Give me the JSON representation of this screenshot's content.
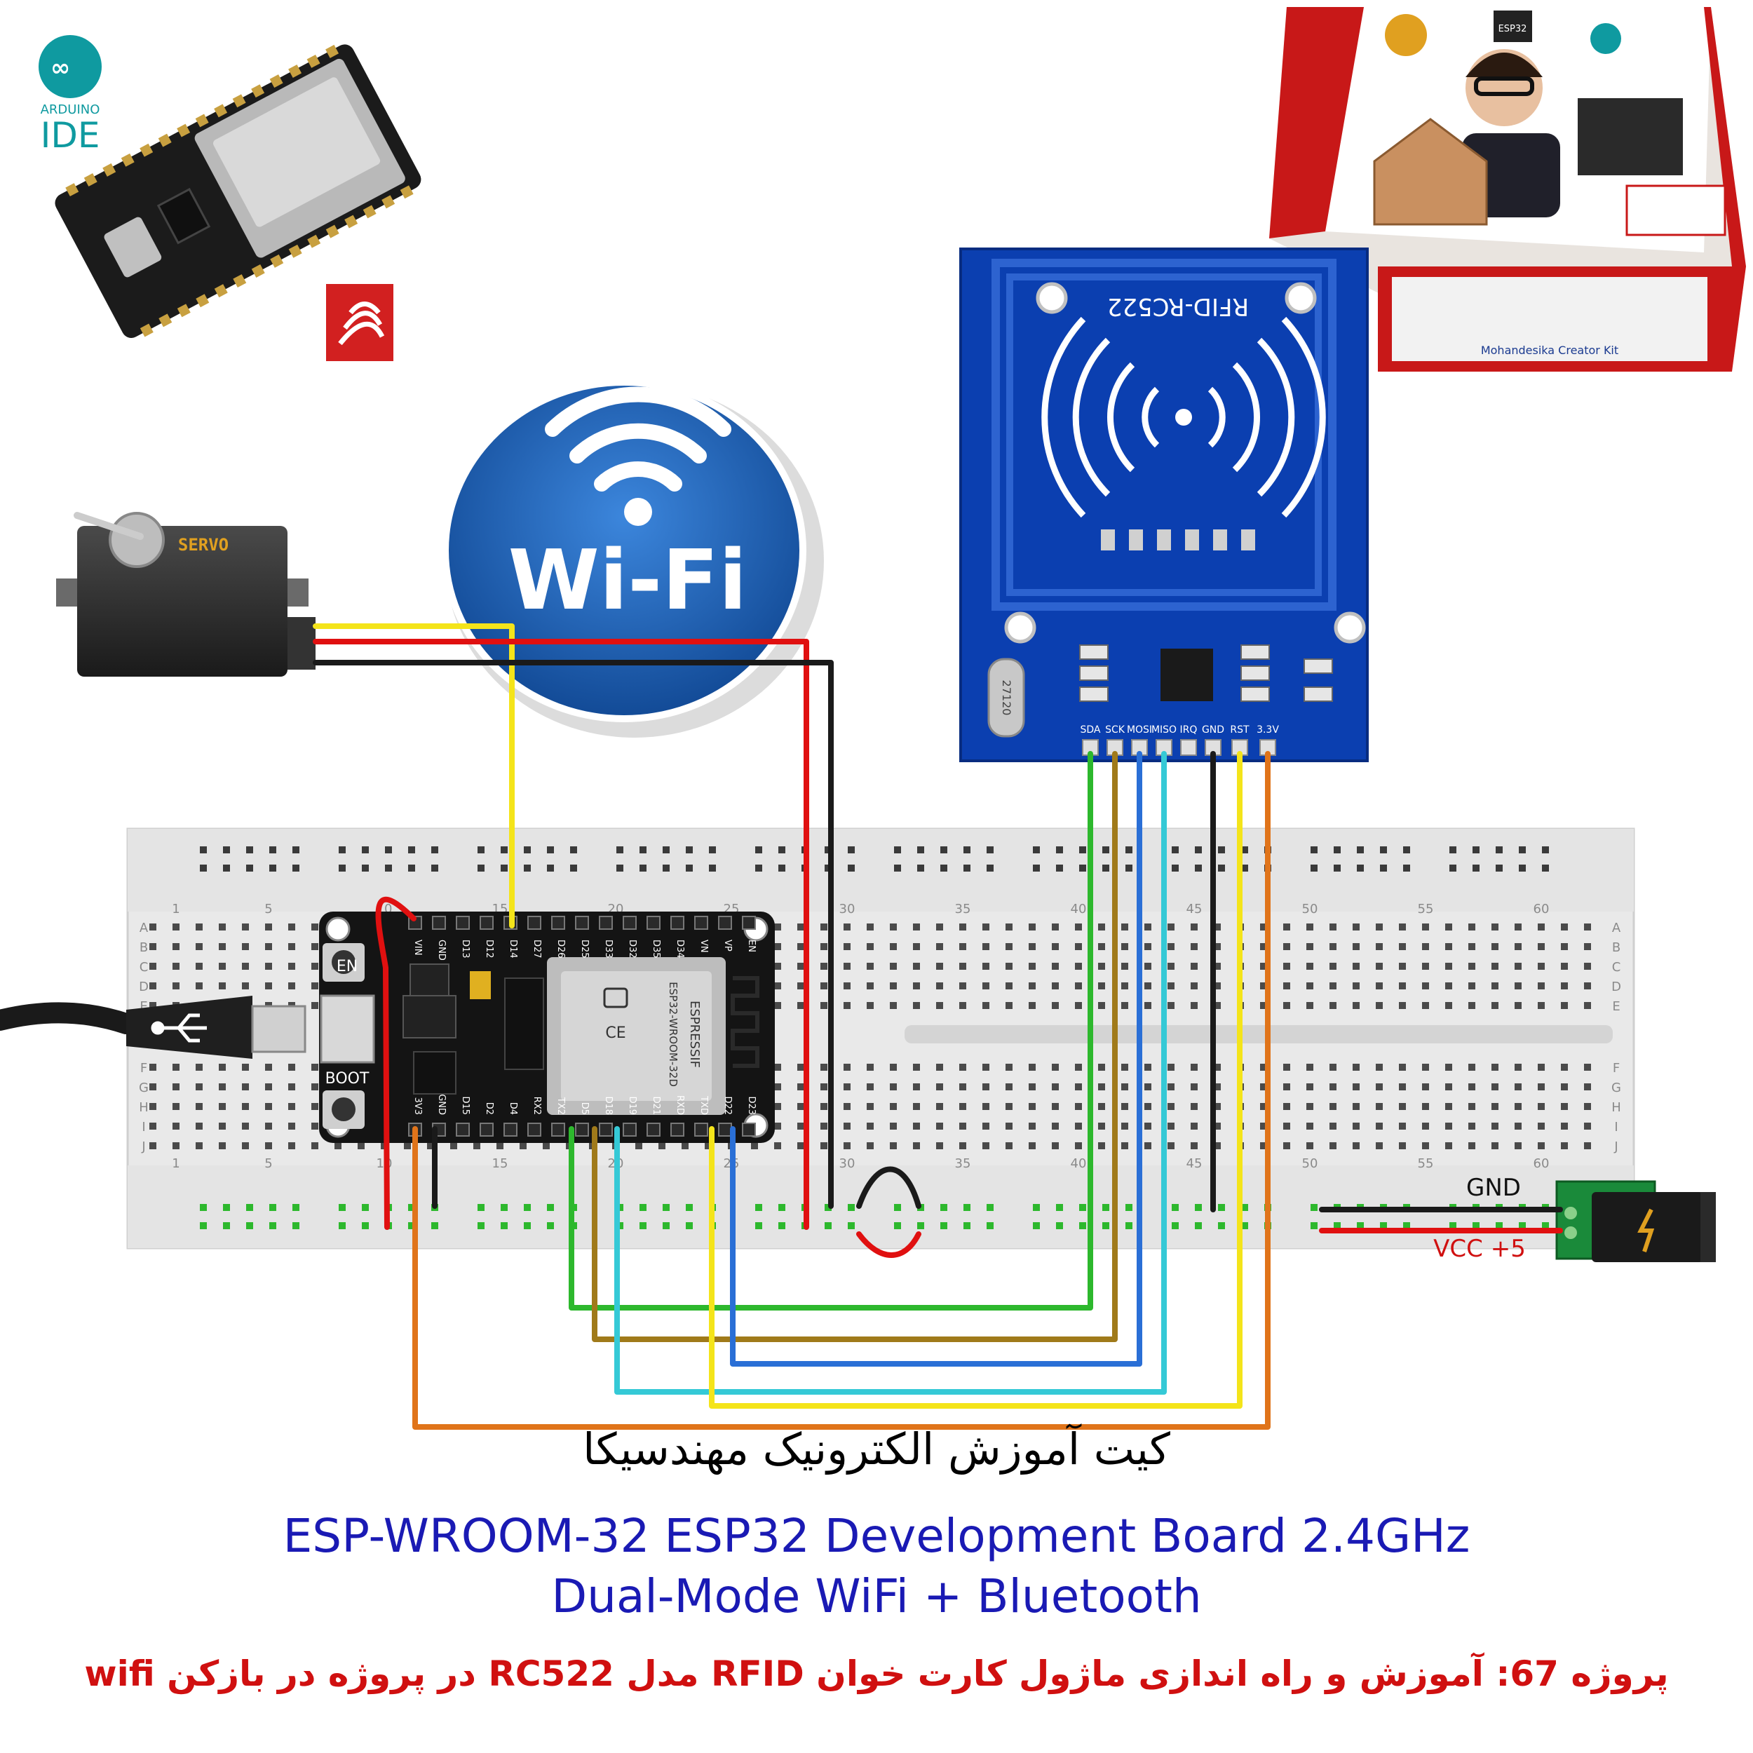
{
  "logos": {
    "arduino_line1": "ARDUINO",
    "arduino_line2": "IDE"
  },
  "servo": {
    "label": "SERVO"
  },
  "wifi": {
    "label": "Wi-Fi"
  },
  "esp32": {
    "en_button": "EN",
    "boot_button": "BOOT",
    "module_brand": "ESPRESSIF",
    "module_model": "ESP32-WROOM-32D",
    "top_pins": [
      "VIN",
      "GND",
      "D13",
      "D12",
      "D14",
      "D27",
      "D26",
      "D25",
      "D33",
      "D32",
      "D35",
      "D34",
      "VN",
      "VP",
      "EN"
    ],
    "bottom_pins": [
      "3V3",
      "GND",
      "D15",
      "D2",
      "D4",
      "RX2",
      "TX2",
      "D5",
      "D18",
      "D19",
      "D21",
      "RXD",
      "TXD",
      "D22",
      "D23"
    ]
  },
  "rfid": {
    "title": "RFID-RC522",
    "crystal": "27120",
    "pins": [
      "SDA",
      "SCK",
      "MOSI",
      "MISO",
      "IRQ",
      "GND",
      "RST",
      "3.3V"
    ]
  },
  "breadboard": {
    "column_numbers": [
      "1",
      "5",
      "10",
      "15",
      "20",
      "25",
      "30",
      "35",
      "40",
      "45",
      "50",
      "55",
      "60"
    ],
    "row_letters_top": [
      "A",
      "B",
      "C",
      "D",
      "E"
    ],
    "row_letters_bottom": [
      "F",
      "G",
      "H",
      "I",
      "J"
    ]
  },
  "power": {
    "gnd_label": "GND",
    "vcc_label": "VCC +5"
  },
  "box": {
    "chip_label": "ESP32",
    "subtitle": "Mohandesika Creator Kit"
  },
  "captions": {
    "fa_title": "کیت آموزش الکترونیک مهندسیکا",
    "en_line1": "ESP-WROOM-32 ESP32  Development Board 2.4GHz",
    "en_line2": "Dual-Mode WiFi + Bluetooth",
    "fa_project": "پروژه 67: آموزش و راه اندازی ماژول کارت خوان RFID مدل RC522 در پروژه در بازکن wifi"
  },
  "colors": {
    "wire_red": "#e01010",
    "wire_black": "#1a1a1a",
    "wire_yellow": "#f4e41a",
    "wire_green": "#2db82d",
    "wire_brown": "#a07a1a",
    "wire_blue": "#2a6fd6",
    "wire_cyan": "#35c9d6",
    "wire_orange": "#e0741a",
    "rfid_blue": "#0b3fb0",
    "wifi_blue": "#1d5fb4",
    "breadboard": "#e9e9e9",
    "caption_blue": "#1a1ab4",
    "caption_red": "#d01010"
  }
}
